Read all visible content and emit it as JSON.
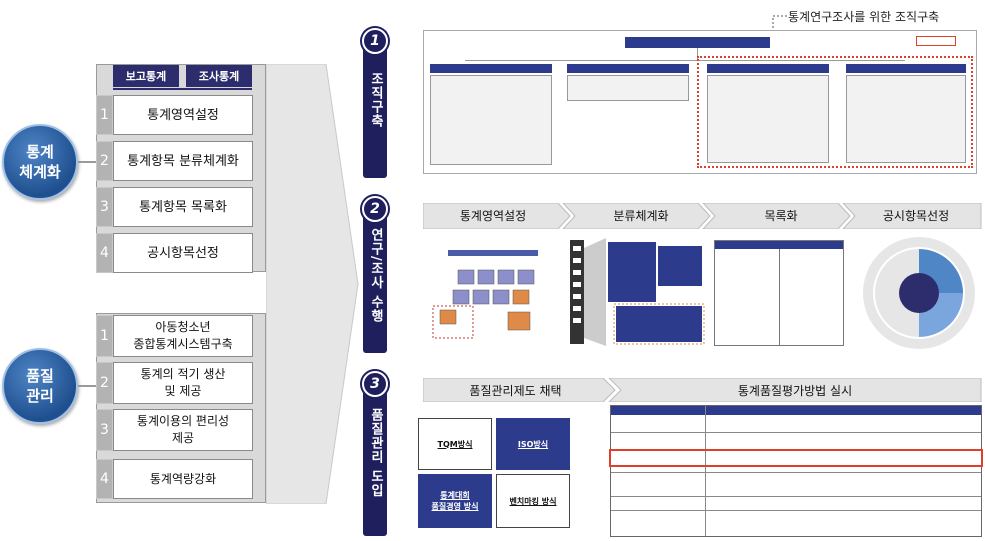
{
  "left": {
    "group1": {
      "circle_label": "통계\n체계화",
      "header_report": "보고통계",
      "header_survey": "조사통계",
      "items": [
        {
          "num": "1",
          "label": "통계영역설정"
        },
        {
          "num": "2",
          "label": "통계항목 분류체계화"
        },
        {
          "num": "3",
          "label": "통계항목 목록화"
        },
        {
          "num": "4",
          "label": "공시항목선정"
        }
      ]
    },
    "group2": {
      "circle_label": "품질\n관리",
      "items": [
        {
          "num": "1",
          "label": "아동청소년\n종합통계시스템구축"
        },
        {
          "num": "2",
          "label": "통계의 적기 생산\n및 제공"
        },
        {
          "num": "3",
          "label": "통계이용의 편리성\n제공"
        },
        {
          "num": "4",
          "label": "통계역량강화"
        }
      ]
    }
  },
  "steps": [
    {
      "num": "1",
      "label": "조직구축"
    },
    {
      "num": "2",
      "label": "연구/조사 수행"
    },
    {
      "num": "3",
      "label": "품질관리 도입"
    }
  ],
  "step1": {
    "callout": "통계연구조사를 위한 조직구축"
  },
  "step2": {
    "chevrons": [
      "통계영역설정",
      "분류체계화",
      "목록화",
      "공시항목선정"
    ]
  },
  "step3": {
    "chevrons": [
      "품질관리제도 채택",
      "통계품질평가방법 실시"
    ],
    "boxes": [
      "TQM방식",
      "ISO방식",
      "통계대회\n품질경영 방식",
      "벤치마킹 방식"
    ]
  },
  "colors": {
    "navy": "#1f1f5e",
    "circle_blue": "#2f64a8",
    "highlight_red": "#e0402a"
  }
}
